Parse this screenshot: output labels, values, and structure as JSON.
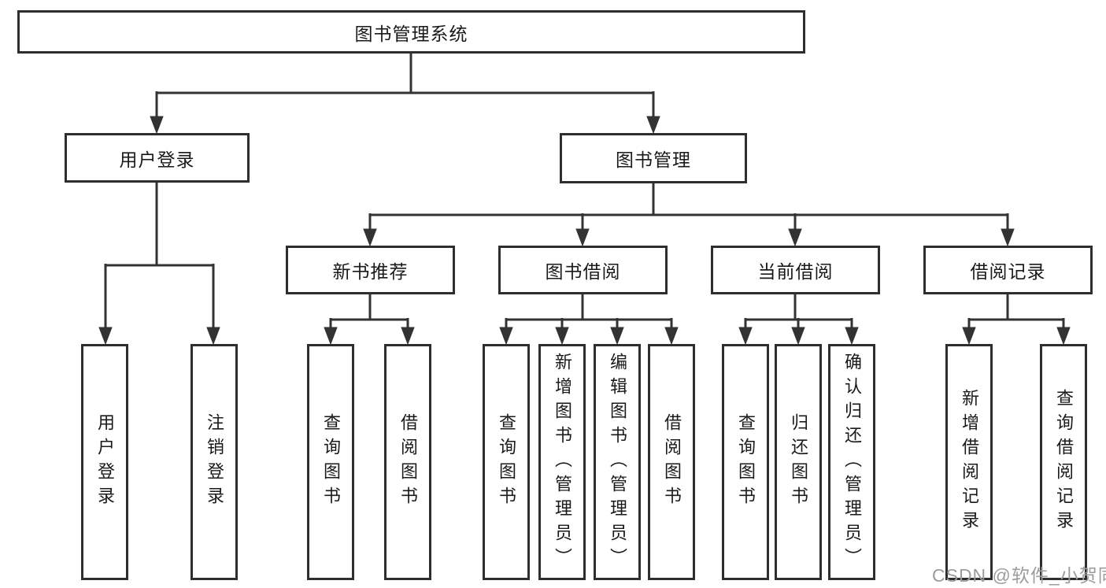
{
  "diagram_title": "图书管理系统",
  "tree": {
    "label": "图书管理系统",
    "children": [
      {
        "label": "用户登录",
        "children": [
          {
            "label": "用户登录"
          },
          {
            "label": "注销登录"
          }
        ]
      },
      {
        "label": "图书管理",
        "children": [
          {
            "label": "新书推荐",
            "children": [
              {
                "label": "查询图书"
              },
              {
                "label": "借阅图书"
              }
            ]
          },
          {
            "label": "图书借阅",
            "children": [
              {
                "label": "查询图书"
              },
              {
                "label": "新增图书（管理员）"
              },
              {
                "label": "编辑图书（管理员）"
              },
              {
                "label": "借阅图书"
              }
            ]
          },
          {
            "label": "当前借阅",
            "children": [
              {
                "label": "查询图书"
              },
              {
                "label": "归还图书"
              },
              {
                "label": "确认归还（管理员）"
              }
            ]
          },
          {
            "label": "借阅记录",
            "children": [
              {
                "label": "新增借阅记录"
              },
              {
                "label": "查询借阅记录"
              }
            ]
          }
        ]
      }
    ]
  },
  "watermark": {
    "text": "CSDN @软件_小贺同学"
  },
  "colors": {
    "line": "#333333",
    "border": "#2e2e2e",
    "text": "#1a1a1a",
    "watermark": "#9c9c9c",
    "bg": "#ffffff"
  }
}
